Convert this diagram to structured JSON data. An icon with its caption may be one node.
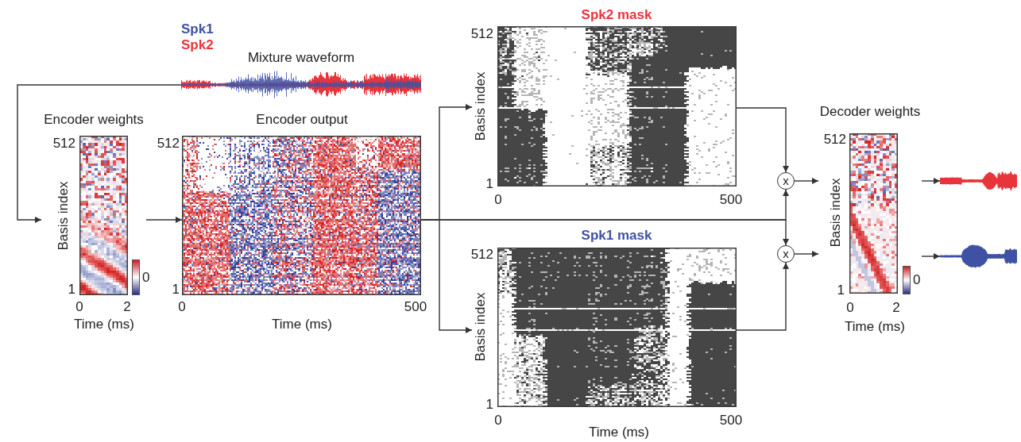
{
  "diagram": {
    "nodes": [
      {
        "text": [
          "Mixture waveform"
        ]
      },
      {
        "text": [
          "Encoder weights"
        ],
        "beside": [
          "512",
          "Basis index",
          "1",
          "0",
          "2",
          "Time (ms)",
          "0"
        ]
      },
      {
        "text": [
          "Encoder output"
        ],
        "beside": [
          "512",
          "1",
          "0",
          "500",
          "Time (ms)"
        ]
      },
      {
        "text": [
          "Spk2 mask"
        ],
        "beside": [
          "512",
          "Basis index",
          "1",
          "0",
          "500"
        ]
      },
      {
        "text": [
          "Spk1 mask"
        ],
        "beside": [
          "512",
          "Basis index",
          "1",
          "0",
          "500",
          "Time (ms)"
        ]
      },
      {
        "text": [
          "x"
        ]
      },
      {
        "text": [
          "x"
        ]
      },
      {
        "text": [
          "Decoder weights"
        ],
        "beside": [
          "512",
          "Basis index",
          "1",
          "0",
          "2",
          "Time (ms)",
          "0"
        ]
      },
      {
        "text": [],
        "shape": "picture"
      },
      {
        "text": [],
        "shape": "picture"
      }
    ],
    "edges": [
      {
        "from": 0,
        "to": 1,
        "arrow": "to"
      },
      {
        "from": 1,
        "to": 2,
        "arrow": "to"
      },
      {
        "from": 2,
        "to": 3,
        "arrow": "to"
      },
      {
        "from": 2,
        "to": 4,
        "arrow": "to"
      },
      {
        "from": 2,
        "to": 5,
        "arrow": "to"
      },
      {
        "from": 2,
        "to": 6,
        "arrow": "to"
      },
      {
        "from": 3,
        "to": 5,
        "arrow": "to"
      },
      {
        "from": 4,
        "to": 6,
        "arrow": "to"
      },
      {
        "from": 5,
        "to": 7,
        "arrow": "to"
      },
      {
        "from": 6,
        "to": 7,
        "arrow": "to"
      },
      {
        "from": 7,
        "to": 8,
        "arrow": "to"
      },
      {
        "from": 7,
        "to": 9,
        "arrow": "to"
      }
    ],
    "legend": [
      {
        "text": "Spk1",
        "color": "#3f51a3"
      },
      {
        "text": "Spk2",
        "color": "#e8353b"
      }
    ]
  }
}
